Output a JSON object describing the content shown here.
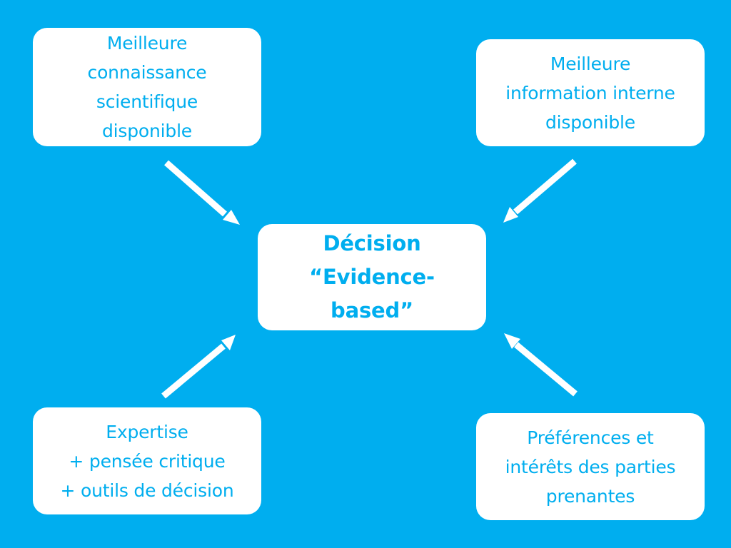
{
  "colors": {
    "background": "#00AEEF",
    "box_fill": "#FFFFFF",
    "text": "#00AEEF",
    "arrow": "#FFFFFF"
  },
  "diagram": {
    "center": {
      "lines": [
        "Décision",
        "“Evidence-",
        "based”"
      ]
    },
    "top_left": {
      "lines": [
        "Meilleure",
        "connaissance",
        "scientifique",
        "disponible"
      ]
    },
    "top_right": {
      "lines": [
        "Meilleure",
        "information interne",
        "disponible"
      ]
    },
    "bottom_left": {
      "lines": [
        "Expertise",
        "+ pensée critique",
        "+ outils de décision"
      ]
    },
    "bottom_right": {
      "lines": [
        "Préférences et",
        "intérêts des parties",
        "prenantes"
      ]
    }
  }
}
